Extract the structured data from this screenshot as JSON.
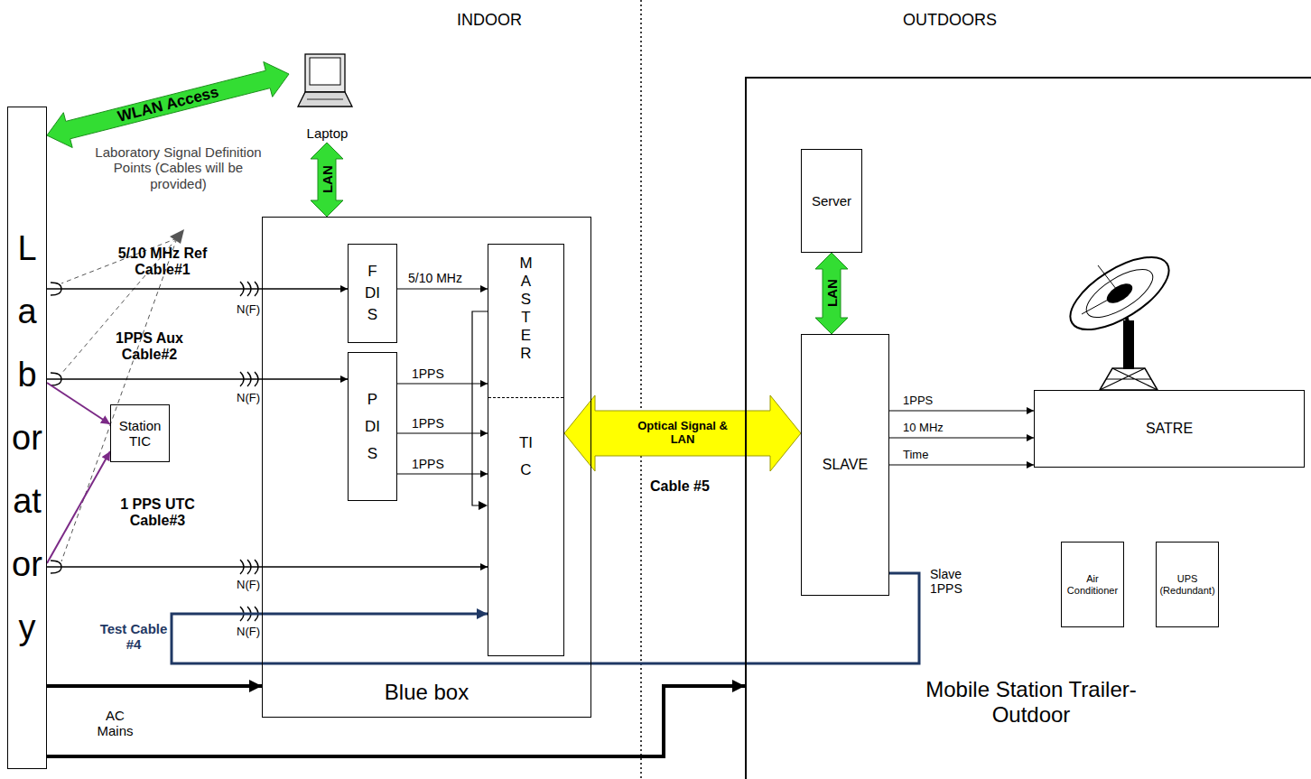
{
  "diagram": {
    "nodes": [
      {
        "text": [
          "Laboratory"
        ]
      },
      {
        "text": [
          "Laptop"
        ]
      },
      {
        "text": [
          "Blue box"
        ]
      },
      {
        "text": [
          "FDIS"
        ],
        "in": 2
      },
      {
        "text": [
          "PDIS"
        ],
        "in": 2
      },
      {
        "text": [
          "MASTER",
          "TIC"
        ],
        "in": 2
      },
      {
        "text": [
          "Station TIC"
        ]
      },
      {
        "text": [
          "Mobile Station Trailer- Outdoor"
        ]
      },
      {
        "text": [
          "Server"
        ],
        "in": 7
      },
      {
        "text": [
          "SLAVE"
        ],
        "in": 7
      },
      {
        "text": [
          "SATRE"
        ],
        "in": 7
      },
      {
        "text": [
          "Air Conditioner"
        ],
        "in": 7
      },
      {
        "text": [
          "UPS (Redundant)"
        ],
        "in": 7
      }
    ],
    "edges": [
      {
        "from": 0,
        "to": 1,
        "arrow": "both",
        "label": "WLAN Access"
      },
      {
        "from": 1,
        "to": 2,
        "arrow": "both",
        "label": "LAN"
      },
      {
        "from": 0,
        "to": 3,
        "arrow": "to",
        "label": "5/10 MHz Ref Cable#1"
      },
      {
        "from": 0,
        "to": 4,
        "arrow": "to",
        "label": "1PPS Aux Cable#2"
      },
      {
        "from": 0,
        "to": 6,
        "arrow": "to"
      },
      {
        "from": 0,
        "to": 6,
        "arrow": "to"
      },
      {
        "from": 0,
        "to": 5,
        "arrow": "to",
        "label": "1 PPS UTC Cable#3"
      },
      {
        "from": 3,
        "to": 5,
        "arrow": "to",
        "label": "5/10 MHz"
      },
      {
        "from": 4,
        "to": 5,
        "arrow": "to",
        "label": "1PPS"
      },
      {
        "from": 4,
        "to": 5,
        "arrow": "to",
        "label": "1PPS"
      },
      {
        "from": 4,
        "to": 5,
        "arrow": "to",
        "label": "1PPS"
      },
      {
        "from": 9,
        "to": 5,
        "arrow": "to",
        "label": "Test Cable #4"
      },
      {
        "from": 5,
        "to": 9,
        "arrow": "both",
        "label": "Optical Signal & LAN"
      },
      {
        "from": 8,
        "to": 9,
        "arrow": "both",
        "label": "LAN"
      },
      {
        "from": 9,
        "to": 10,
        "arrow": "to",
        "label": "1PPS"
      },
      {
        "from": 9,
        "to": 10,
        "arrow": "to",
        "label": "10 MHz"
      },
      {
        "from": 9,
        "to": 10,
        "arrow": "to",
        "label": "Time"
      },
      {
        "from": 0,
        "to": 2,
        "arrow": "to",
        "label": "AC Mains"
      },
      {
        "from": 0,
        "to": 7,
        "arrow": "to"
      }
    ],
    "labels": [
      "INDOOR",
      "OUTDOORS",
      "Laboratory Signal Definition Points (Cables will be provided)",
      "N(F)",
      "N(F)",
      "N(F)",
      "N(F)",
      "Cable #5",
      "Slave 1PPS"
    ]
  }
}
